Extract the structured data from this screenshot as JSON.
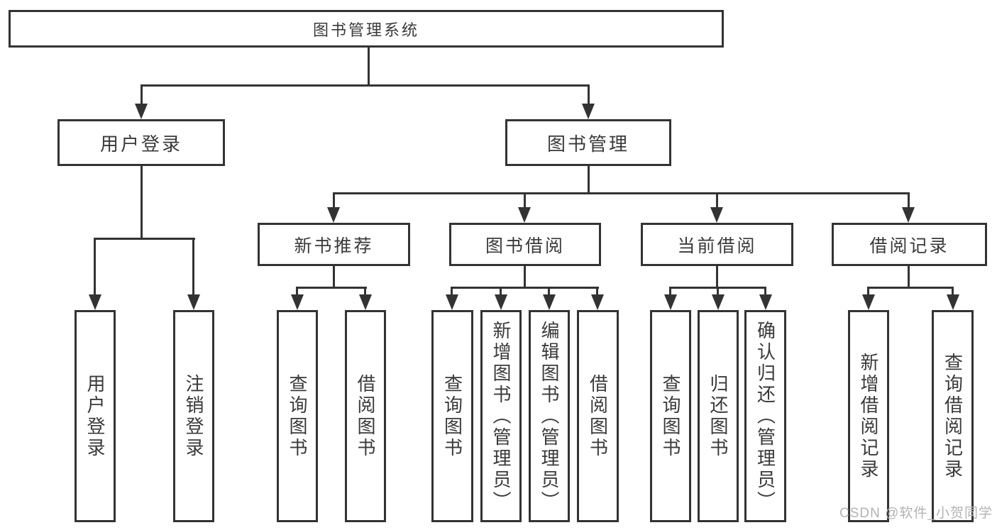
{
  "page": {
    "background": "#ffffff"
  },
  "colors": {
    "line": "#333333",
    "box_border": "#333333",
    "text": "#3a3a3a",
    "watermark": "#b3b3b3"
  },
  "watermark": {
    "text": "CSDN @软件_小贺同学"
  },
  "tree": {
    "root": {
      "label": "图书管理系统",
      "children": [
        {
          "label": "用户登录",
          "children": [
            {
              "label": "用户登录"
            },
            {
              "label": "注销登录"
            }
          ]
        },
        {
          "label": "图书管理",
          "children": [
            {
              "label": "新书推荐",
              "children": [
                {
                  "label": "查询图书"
                },
                {
                  "label": "借阅图书"
                }
              ]
            },
            {
              "label": "图书借阅",
              "children": [
                {
                  "label": "查询图书"
                },
                {
                  "label": "新增图书（管理员）"
                },
                {
                  "label": "编辑图书（管理员）"
                },
                {
                  "label": "借阅图书"
                }
              ]
            },
            {
              "label": "当前借阅",
              "children": [
                {
                  "label": "查询图书"
                },
                {
                  "label": "归还图书"
                },
                {
                  "label": "确认归还（管理员）"
                }
              ]
            },
            {
              "label": "借阅记录",
              "children": [
                {
                  "label": "新增借阅记录"
                },
                {
                  "label": "查询借阅记录"
                }
              ]
            }
          ]
        }
      ]
    }
  }
}
